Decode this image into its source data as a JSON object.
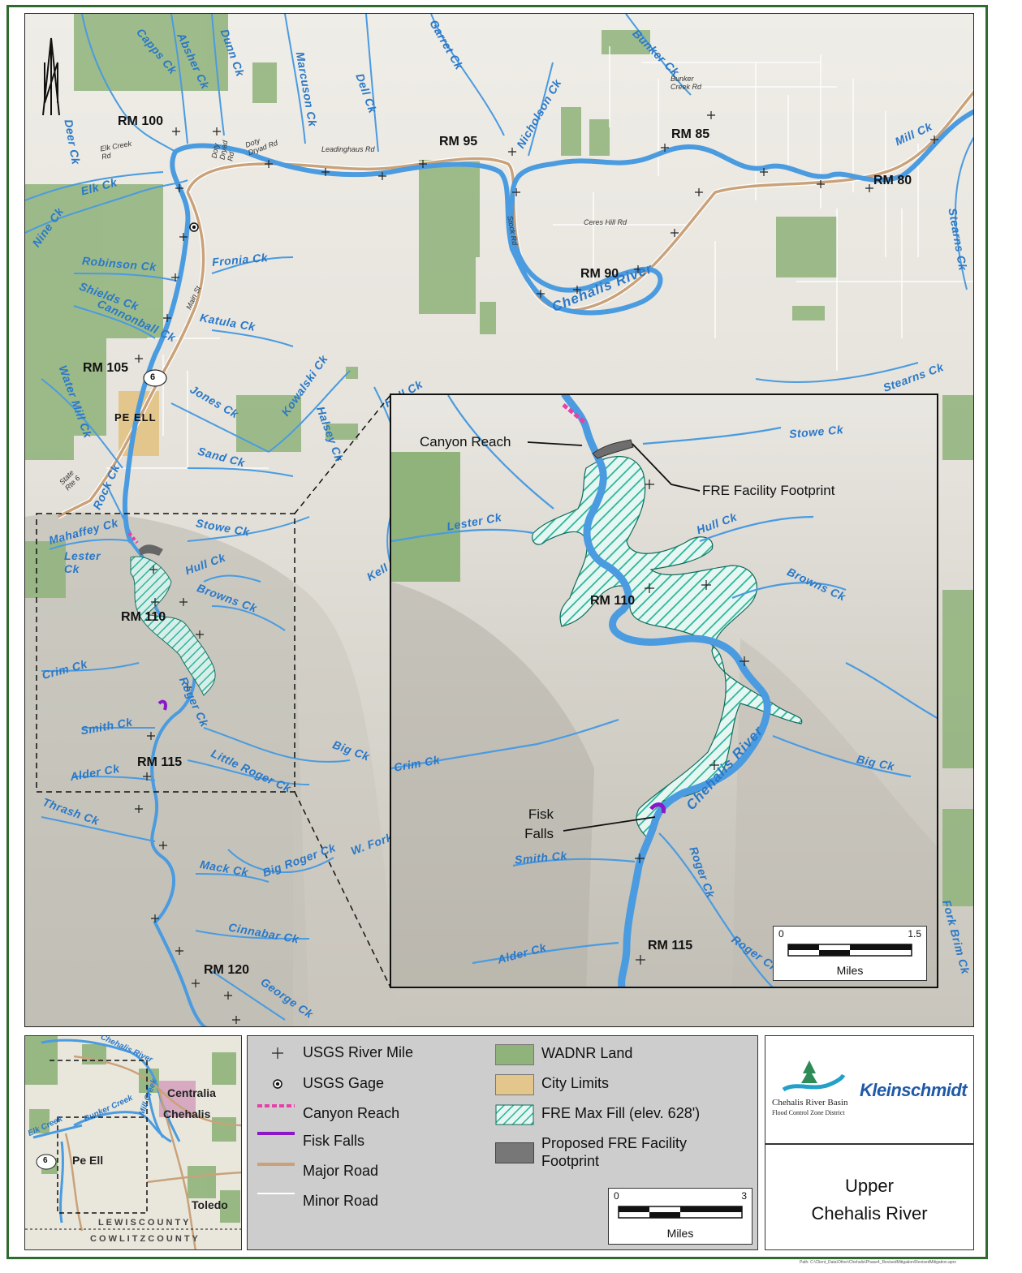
{
  "map": {
    "river_miles": [
      "RM 100",
      "RM 95",
      "RM 85",
      "RM 80",
      "RM 90",
      "RM 105",
      "RM 110",
      "RM 115",
      "RM 120"
    ],
    "creeks": {
      "capps": "Capps Ck",
      "absher": "Absher Ck",
      "dunn": "Dunn Ck",
      "marcuson": "Marcuson Ck",
      "dell": "Dell Ck",
      "garret": "Garret Ck",
      "bunker": "Bunker Ck",
      "nicholson": "Nicholson Ck",
      "mill": "Mill Ck",
      "stearns": "Stearns Ck",
      "stearns2": "Stearns Ck",
      "deer": "Deer Ck",
      "elk": "Elk Ck",
      "nine": "Nine Ck",
      "robinson": "Robinson Ck",
      "fronia": "Fronia Ck",
      "shields": "Shields Ck",
      "cannonball": "Cannonball Ck",
      "katula": "Katula Ck",
      "water_mill": "Water Mill Ck",
      "kowalski": "Kowalski Ck",
      "jones": "Jones Ck",
      "halsey": "Halsey Ck",
      "sand": "Sand Ck",
      "rock": "Rock Ck",
      "mahaffey": "Mahaffey Ck",
      "stowe": "Stowe Ck",
      "lester": "Lester Ck",
      "hull": "Hull Ck",
      "browns": "Browns Ck",
      "crim": "Crim Ck",
      "roger": "Roger Ck",
      "smith": "Smith Ck",
      "big": "Big Ck",
      "alder": "Alder Ck",
      "little_roger": "Little Roger Ck",
      "thrash": "Thrash Ck",
      "big_roger": "Big Roger Ck",
      "wfork": "W. Fork",
      "mack": "Mack Ck",
      "cinnabar": "Cinnabar Ck",
      "george": "George Ck",
      "kell": "Kell",
      "hull_top": "Hull Ck",
      "fork_brim": "Fork Brim Ck"
    },
    "roads": {
      "elk_creek": "Elk Creek Rd",
      "doty_dryad": "Doty Dryad Rd",
      "doty_dryad2": "Doty Dryad Rd",
      "leadinghaus": "Leadinghaus Rd",
      "bunker_creek": "Bunker Creek Rd",
      "ceres_hill": "Ceres Hill Rd",
      "main": "Main St",
      "state_rte": "State Rte 6",
      "stock": "Stock Rd"
    },
    "river_label": "Chehalis River",
    "town": "PE ELL",
    "highway_shield": "6"
  },
  "inset": {
    "canyon_reach": "Canyon Reach",
    "fre_footprint": "FRE Facility Footprint",
    "fisk_falls": "Fisk Falls",
    "rm110": "RM 110",
    "rm115": "RM 115",
    "river_label": "Chehalis River",
    "creeks": {
      "stowe": "Stowe Ck",
      "lester": "Lester Ck",
      "hull": "Hull Ck",
      "browns": "Browns Ck",
      "crim": "Crim Ck",
      "big": "Big Ck",
      "smith": "Smith Ck",
      "roger": "Roger Ck",
      "alder": "Alder Ck",
      "roger2": "Roger Ck"
    },
    "scale": {
      "zero": "0",
      "max": "1.5",
      "unit": "Miles"
    }
  },
  "legend": {
    "items": [
      "USGS River Mile",
      "USGS Gage",
      "Canyon Reach",
      "Fisk Falls",
      "Major Road",
      "Minor Road",
      "WADNR Land",
      "City Limits",
      "FRE Max Fill (elev. 628')",
      "Proposed FRE Facility",
      "Footprint"
    ],
    "scale": {
      "zero": "0",
      "max": "3",
      "unit": "Miles"
    },
    "colors": {
      "wadnr": "#8fb37a",
      "city": "#e3c68c",
      "fre_fill": "#2ab39a",
      "footprint": "#777777",
      "canyon": "#e83fa8",
      "fisk": "#8a17c8",
      "major_road": "#c9a27a",
      "river": "#4a9be0"
    }
  },
  "locator": {
    "centralia": "Centralia",
    "chehalis": "Chehalis",
    "pe_ell": "Pe Ell",
    "toledo": "Toledo",
    "lewis": "L E W I S   C O U N T Y",
    "cowlitz": "C O W L I T Z   C O U N T Y",
    "river": "Chehalis River",
    "bunker": "Bunker Creek",
    "elk": "Elk Creek",
    "mill": "Mill Creek",
    "shield": "6"
  },
  "logos": {
    "line1": "Chehalis River Basin",
    "line2": "Flood Control Zone District",
    "brand": "Kleinschmidt"
  },
  "title": {
    "line1": "Upper",
    "line2": "Chehalis River"
  },
  "path_note": "Path: C:\\Client_Data\\Other\\Chehalis\\Phase4_RevisedMitigation\\RevisedMitigation.aprx"
}
